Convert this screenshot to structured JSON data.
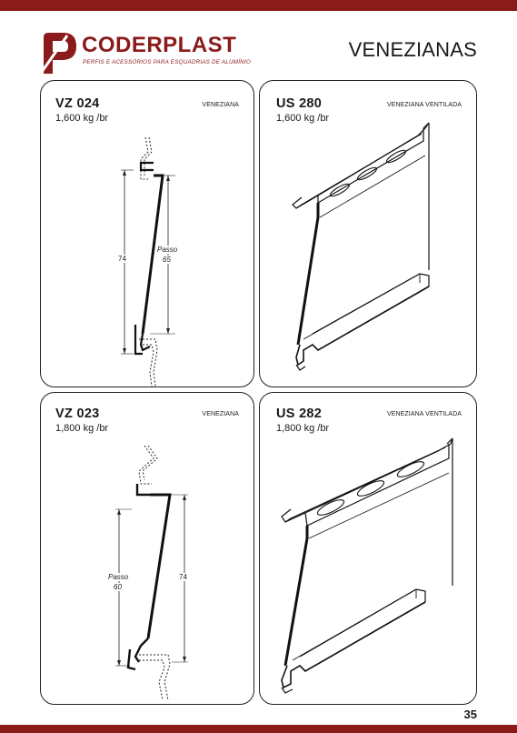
{
  "header": {
    "brand": "CODERPLAST",
    "tagline": "PERFIS E ACESSÓRIOS PARA ESQUADRIAS DE ALUMÍNIO",
    "page_title": "VENEZIANAS"
  },
  "products": [
    {
      "code": "VZ 024",
      "weight": "1,600 kg /br",
      "type": "VENEZIANA",
      "dimensions": {
        "height_label": "74",
        "step_label": "Passo",
        "step_value": "65"
      }
    },
    {
      "code": "US 280",
      "weight": "1,600 kg /br",
      "type": "VENEZIANA VENTILADA"
    },
    {
      "code": "VZ 023",
      "weight": "1,800 kg /br",
      "type": "VENEZIANA",
      "dimensions": {
        "height_label": "74",
        "step_label": "Passo",
        "step_value": "60"
      }
    },
    {
      "code": "US 282",
      "weight": "1,800 kg /br",
      "type": "VENEZIANA VENTILADA"
    }
  ],
  "footer": {
    "page_number": "35"
  },
  "colors": {
    "brand": "#8b1a1a",
    "line": "#222222"
  }
}
